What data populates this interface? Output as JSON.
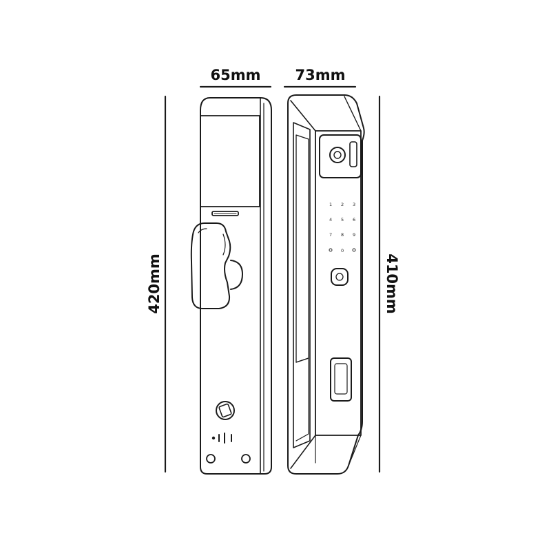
{
  "dimensions": {
    "back_width": "65mm",
    "front_width": "73mm",
    "back_height": "420mm",
    "front_height": "410mm"
  },
  "keypad": {
    "keys": [
      "1",
      "2",
      "3",
      "4",
      "5",
      "6",
      "7",
      "8",
      "9",
      "0"
    ]
  },
  "colors": {
    "line": "#1a1a1a",
    "background": "#ffffff"
  }
}
